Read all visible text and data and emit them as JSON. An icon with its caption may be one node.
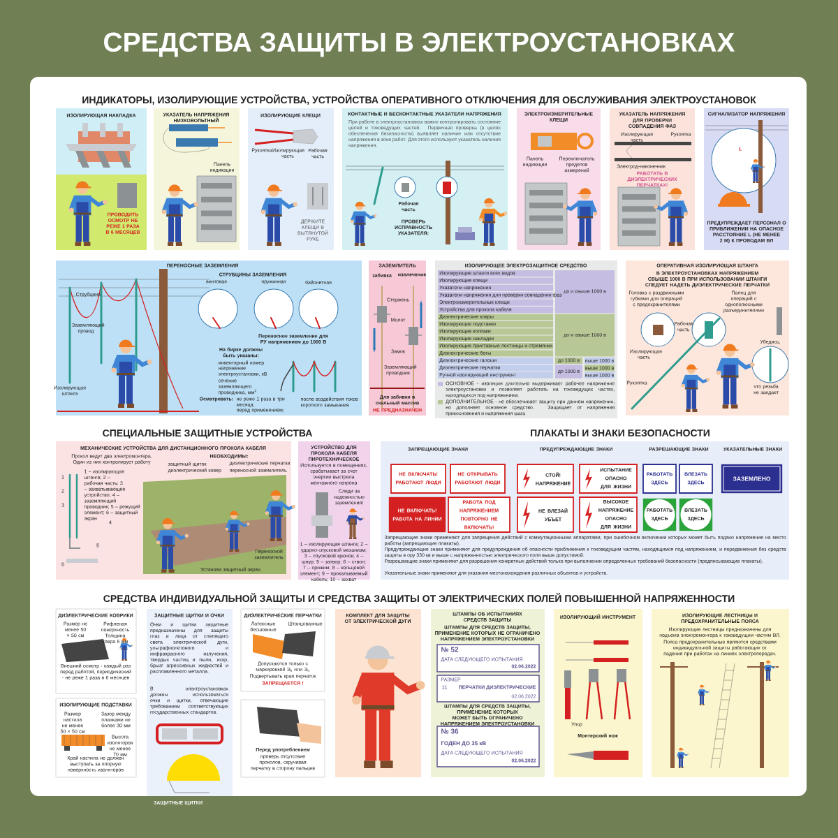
{
  "diagram": {
    "title": "СРЕДСТВА ЗАЩИТЫ В ЭЛЕКТРОУСТАНОВКАХ",
    "nodes": [
      {
        "text": [
          "ИЗОЛИРУЮЩАЯ НАКЛАДКА",
          "ПРОВОДИТЬ ОСМОТР НЕ РЕЖЕ 1 РАЗА В 6 МЕСЯЦЕВ"
        ]
      },
      {
        "text": [
          "УКАЗАТЕЛЬ НАПРЯЖЕНИЯ НИЗКОВОЛЬТНЫЙ",
          "Панель индикации"
        ]
      },
      {
        "text": [
          "ИЗОЛИРУЮЩИЕ КЛЕЩИ",
          "Рукоятка",
          "Изолирующая часть",
          "Рабочая часть",
          "ДЕРЖИТЕ КЛЕЩИ В ВЫТЯНУТОЙ РУКЕ"
        ]
      },
      {
        "text": [
          "КОНТАКТНЫЕ И БЕСКОНТАКТНЫЕ УКАЗАТЕЛИ НАПРЯЖЕНИЯ",
          "При работе в электроустановках важно контролировать состояние цепей и токоведущих частей. Первичная проверка (в целях обеспечения безопасности) выявляет наличие или отсутствие напряжения в зоне работ. Для этого используют указатель наличия напряжения.",
          "Рабочая часть",
          "ПРОВЕРЬ ИСПРАВНОСТЬ УКАЗАТЕЛЯ:"
        ]
      },
      {
        "text": [
          "ЭЛЕКТРОИЗМЕРИТЕЛЬНЫЕ КЛЕЩИ",
          "Панель индикации",
          "Переключатель пределов измерений"
        ]
      },
      {
        "text": [
          "УКАЗАТЕЛЬ НАПРЯЖЕНИЯ",
          "ДЛЯ ПРОВЕРКИ СОВПАДЕНИЯ ФАЗ",
          "Изолирующая часть",
          "Рукоятка",
          "Электрод-наконечник",
          "РАБОТАТЬ В ДИЭЛЕКТРИЧЕСКИХ ПЕРЧАТКАХ!"
        ]
      },
      {
        "text": [
          "СИГНАЛИЗАТОР НАПРЯЖЕНИЯ",
          "L",
          "ПРЕДУПРЕЖДАЕТ ПЕРСОНАЛ О ПРИБЛИЖЕНИИ НА ОПАСНОЕ РАССТОЯНИЕ L (НЕ МЕНЕЕ 2 М) К ПРОВОДАМ ВЛ"
        ]
      },
      {
        "text": [
          "ПЕРЕНОСНЫЕ ЗАЗЕМЛЕНИЯ",
          "СТРУБЦИНЫ ЗАЗЕМЛЕНИЯ",
          "винтовая",
          "пружинная",
          "байонетная",
          "Струбцина",
          "Заземляющий провод",
          "Изолирующая штанга",
          "Переносное заземление для РУ напряжением до 1000 В",
          "На бирке должны быть указаны:",
          "инвентарный номер",
          "напряжение электроустановки, кВ",
          "сечение заземляющего проводника, мм$^{2}$",
          "Осматривать:",
          "не реже 1 раза в три месяца;",
          "перед применением;",
          "после воздействия токов короткого замыкания"
        ]
      },
      {
        "text": [
          "ЗАЗЕМЛИТЕЛЬ",
          "забивка",
          "извлечение",
          "Стержень",
          "Молот",
          "Замок",
          "Заземляющий проводник",
          "Для забивки в скальный массив",
          "НЕ ПРЕДНАЗНАЧЕН"
        ]
      },
      {
        "text": [
          "ИЗОЛИРУЮЩЕЕ ЭЛЕКТРОЗАЩИТНОЕ СРЕДСТВО",
          "Изолирующие штанги всех видов",
          "до и свыше 1000 в",
          "Изолирующие клещи",
          "Указатели напряжения",
          "Указатели напряжения для проверки совпадения фаз",
          "Электроизмерительные клещи",
          "Устройства для прокола кабеля",
          "Диэлектрические ковры",
          "до и свыше 1000 в",
          "Изолирующие подставки",
          "Изолирующие колпаки",
          "Изолирующие накладки",
          "Изолирующие приставные лестницы и стремянки",
          "Диэлектрические боты",
          "Диэлектрические галоши",
          "до 1000 в",
          "выше 1000 в",
          "Диэлектрические перчатки",
          "до 1000 в",
          "выше 1000 в",
          "Ручной изолирующий инструмент",
          "выше 1000 в"
        ]
      },
      {
        "text": [
          "ОПЕРАТИВНАЯ ИЗОЛИРУЮЩАЯ ШТАНГА",
          "В ЭЛЕКТРОУСТАНОВКАХ НАПРЯЖЕНИЕМ СВЫШЕ 1000 В ПРИ ИСПОЛЬЗОВАНИИ ШТАНГИ СЛЕДУЕТ НАДЕТЬ ДИЭЛЕКТРИЧЕСКИЕ ПЕРЧАТКИ",
          "Головка с раздвижными губками для операций с предохранителями",
          "Палец для операций с однополюсными разъединителями",
          "Рабочая часть",
          "Изолирующая часть",
          "Рукоятка",
          "Убедись,",
          "что резьба не заедает"
        ]
      },
      {
        "text": [
          "МЕХАНИЧЕСКИЕ УСТРОЙСТВА ДЛЯ ДИСТАНЦИОННОГО ПРОКОЛА КАБЕЛЯ",
          "Прокол ведут два электромонтера. Один из них контролирует работу",
          "1 – изолирующая штанга; 2 – рабочая часть; 3 – захватывающее устройство; 4 – заземляющий проводник; 5 – режущий элемент; 6 – защитный экран",
          "НЕОБХОДИМЫ:",
          "защитный щиток",
          "диэлектрический ковер",
          "диэлектрические перчатки",
          "переносной заземлитель",
          "Переносной заземлитель",
          "Установи защитный экран",
          "1",
          "2",
          "3",
          "4",
          "5",
          "6"
        ]
      },
      {
        "text": [
          "УСТРОЙСТВО ДЛЯ ПРОКОЛА КАБЕЛЯ ПИРОТЕХНИЧЕСКОЕ",
          "Используется в помещениях, срабатывает за счет энергии выстрела монтажного патрона",
          "Следи за надежностью заземления!",
          "1 – изолирующая штанга; 2 – ударно-спусковой механизм; 3 – спусковой крючок; 4 – шнур; 5 – затвор; 6 – ствол; 7 – прижим; 8 – кольцевой элемент; 9 – прокалываемый кабель; 10 – захват"
        ]
      },
      {
        "text": [
          "ЗАПРЕЩАЮЩИЕ ЗНАКИ",
          "ПРЕДУПРЕЖДАЮЩИЕ ЗНАКИ",
          "РАЗРЕШАЮЩИЕ ЗНАКИ",
          "УКАЗАТЕЛЬНЫЕ ЗНАКИ",
          "Запрещающие знаки применяют для запрещения действий с коммутационными аппаратами, при ошибочном включении которых может быть подано напряжение на место работы (запрещающие плакаты).",
          "Предупреждающие знаки применяют для предупреждения об опасности приближения к токоведущим частям, находящимся под напряжением, и передвижения без средств защиты в ору 330 кв и выше с напряженностью электрического поля выше допустимой.",
          "Разрешающие знаки применяют для разрешения конкретных действий только при выполнении определенных требований безопасности (предписывающие плакаты).",
          "Указательные знаки применяют для указания местонахождения различных объектов и устройств."
        ]
      },
      {
        "text": [
          "НЕ ВКЛЮЧАТЬ! РАБОТАЮТ ЛЮДИ"
        ],
        "in": 13
      },
      {
        "text": [
          "НЕ ОТКРЫВАТЬ РАБОТАЮТ ЛЮДИ"
        ],
        "in": 13
      },
      {
        "text": [
          "СТОЙ! НАПРЯЖЕНИЕ"
        ],
        "in": 13
      },
      {
        "text": [
          "ИСПЫТАНИЕ ОПАСНО ДЛЯ ЖИЗНИ"
        ],
        "in": 13
      },
      {
        "text": [
          "РАБОТАТЬ ЗДЕСЬ"
        ],
        "in": 13
      },
      {
        "text": [
          "ВЛЕЗАТЬ ЗДЕСЬ"
        ],
        "in": 13
      },
      {
        "text": [
          "ЗАЗЕМЛЕНО"
        ],
        "in": 13
      },
      {
        "text": [
          "НЕ ВКЛЮЧАТЬ! РАБОТА НА ЛИНИИ"
        ],
        "in": 13
      },
      {
        "text": [
          "РАБОТА ПОД НАПРЯЖЕНИЕМ",
          "ПОВТОРНО НЕ ВКЛЮЧАТЬ!"
        ],
        "in": 13
      },
      {
        "text": [
          "НЕ ВЛЕЗАЙ УБЪЕТ"
        ],
        "in": 13
      },
      {
        "text": [
          "ВЫСОКОЕ НАПРЯЖЕНИЕ ОПАСНО ДЛЯ ЖИЗНИ"
        ],
        "in": 13
      },
      {
        "text": [
          "РАБОТАТЬ ЗДЕСЬ"
        ],
        "in": 13
      },
      {
        "text": [
          "ВЛЕЗАТЬ ЗДЕСЬ"
        ],
        "in": 13
      },
      {
        "text": [
          "ДИЭЛЕКТРИЧЕСКИЕ КОВРИКИ",
          "Размер не менее 50 × 50 см",
          "Рифленая поверхность Толщина ковра 6 мм",
          "Внешний осмотр - каждый раз перед работой, периодический - не реже 1 раза в 6 месяцев"
        ]
      },
      {
        "text": [
          "ИЗОЛИРУЮЩИЕ ПОДСТАВКИ",
          "Размер настила не менее 50 × 50 см",
          "Зазор между планками не более 30 мм",
          "Высота изоляторов не менее 70 мм",
          "Край настила не должен выступать за опорную поверхность изоляторов"
        ]
      },
      {
        "text": [
          "ЗАЩИТНЫЕ ЩИТКИ И ОЧКИ",
          "Очки и щитки защитные предназначены для защиты глаз и лица от слепящего света электрической дуги, ультрафиолетового и инфракрасного излучения, твердых частиц и пыли, искр, брызг агрессивных жидкостей и расплавленного металла.",
          "В электроустановках должны использоваться очки и щитки, отвечающие требованиям соответствующих государственных стандартов."
        ]
      },
      {
        "text": [
          "ДИЭЛЕКТРИЧЕСКИЕ ПЕРЧАТКИ",
          "Латексные бесшовные",
          "Штанцованные",
          "Допускаются только с маркировкой Э$_{в}$ или Э$_{н}$",
          "Подвертывать края перчаток",
          "ЗАПРЕЩАЕТСЯ !"
        ]
      },
      {
        "text": [
          "Перед употреблением",
          "проверь отсутствие проколов, скручивая перчатку в сторону пальцев"
        ]
      },
      {
        "text": [
          "КОМПЛЕКТ ДЛЯ ЗАЩИТЫ ОТ ЭЛЕКТРИЧЕСКОЙ ДУГИ"
        ]
      },
      {
        "text": [
          "ШТАМПЫ ОБ ИСПЫТАНИЯХ СРЕДСТВ ЗАЩИТЫ",
          "ШТАМПЫ ДЛЯ СРЕДСТВ ЗАЩИТЫ, ПРИМЕНЕНИЕ КОТОРЫХ НЕ ОГРАНИЧЕНО НАПРЯЖЕНИЕМ ЭЛЕКТРОУСТАНОВКИ",
          "ШТАМПЫ ДЛЯ СРЕДСТВ ЗАЩИТЫ, ПРИМЕНЕНИЕ КОТОРЫХ МОЖЕТ БЫТЬ ОГРАНИЧЕНО НАПРЯЖЕНИЕМ ЭЛЕКТРОУСТАНОВКИ"
        ]
      },
      {
        "text": [
          "№ 52",
          "ДАТА СЛЕДУЮЩЕГО ИСПЫТАНИЯ",
          "02.06.2022"
        ],
        "in": 33
      },
      {
        "text": [
          "РАЗМЕР",
          "11",
          "ПЕРЧАТКИ ДИЭЛЕКТРИЧЕСКИЕ",
          "02.06.2022"
        ],
        "in": 33
      },
      {
        "text": [
          "№ 36",
          "ГОДЕН ДО 35 кВ",
          "ДАТА СЛЕДУЮЩЕГО ИСПЫТАНИЯ",
          "02.06.2022"
        ],
        "in": 33
      },
      {
        "text": [
          "ИЗОЛИРУЮЩИЙ ИНСТРУМЕНТ",
          "Упор",
          "Монтерский нож"
        ]
      },
      {
        "text": [
          "ИЗОЛИРУЮЩИЕ ЛЕСТНИЦЫ И ПРЕДОХРАНИТЕЛЬНЫЕ ПОЯСА",
          "Изолирующие лестницы предназначены для подъема электромонтера к токоведущим частям ВЛ.",
          "Пояса предохранительные являются средствами индивидуальной защиты работающих от падения при работах на линиях электропередач."
        ]
      }
    ],
    "labels": [
      "ИНДИКАТОРЫ, ИЗОЛИРУЮЩИЕ УСТРОЙСТВА, УСТРОЙСТВА ОПЕРАТИВНОГО ОТКЛЮЧЕНИЯ ДЛЯ ОБСЛУЖИВАНИЯ ЭЛЕКТРОУСТАНОВОК",
      "СПЕЦИАЛЬНЫЕ ЗАЩИТНЫЕ УСТРОЙСТВА",
      "ПЛАКАТЫ И ЗНАКИ БЕЗОПАСНОСТИ",
      "СРЕДСТВА ИНДИВИДУАЛЬНОЙ ЗАЩИТЫ И СРЕДСТВА ЗАЩИТЫ ОТ ЭЛЕКТРИЧЕСКИХ ПОЛЕЙ ПОВЫШЕННОЙ НАПРЯЖЕННОСТИ",
      "ЗАЩИТНЫЕ ЩИТКИ"
    ],
    "legend": [
      {
        "text": "ОСНОВНОЕ - изоляция длительно выдерживает рабочее напряжение электроустановки и позволяет работать на токоведущих частях, находящихся под напряжением.",
        "color": "#c6bde2"
      },
      {
        "text": "ДОПОЛНИТЕЛЬНОЕ - не обеспечивает защиту при данном напряжении, но дополняет основное средство. Защищает от напряжения прикосновения и напряжения шага",
        "color": "#b8c796"
      }
    ]
  }
}
